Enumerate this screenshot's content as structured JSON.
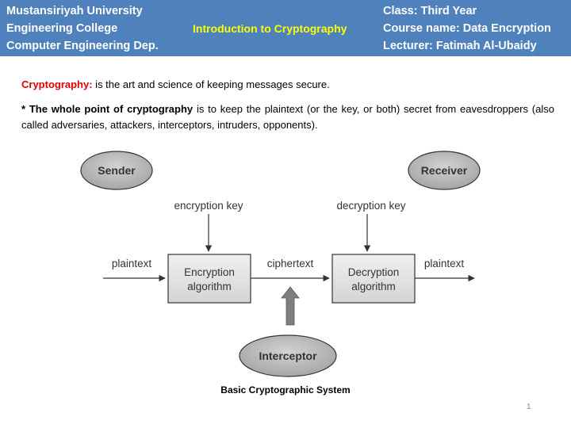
{
  "header": {
    "university": "Mustansiriyah University",
    "college": "Engineering College",
    "department": "Computer Engineering Dep.",
    "title": "Introduction to Cryptography",
    "class": "Class: Third Year",
    "course": "Course name: Data Encryption",
    "lecturer": "Lecturer: Fatimah Al-Ubaidy"
  },
  "body": {
    "p1_term": "Cryptography:",
    "p1_text": " is the art and science of keeping messages secure.",
    "p2_lead": "* The whole point of cryptography",
    "p2_text": " is to keep the plaintext (or the key, or both) secret from eavesdroppers (also called adversaries, attackers, interceptors, intruders, opponents)."
  },
  "diagram": {
    "sender": "Sender",
    "receiver": "Receiver",
    "encryption_key": "encryption key",
    "decryption_key": "decryption key",
    "plaintext_in": "plaintext",
    "plaintext_out": "plaintext",
    "ciphertext": "ciphertext",
    "enc_line1": "Encryption",
    "enc_line2": "algorithm",
    "dec_line1": "Decryption",
    "dec_line2": "algorithm",
    "interceptor": "Interceptor",
    "caption": "Basic Cryptographic System"
  },
  "page_number": "1"
}
